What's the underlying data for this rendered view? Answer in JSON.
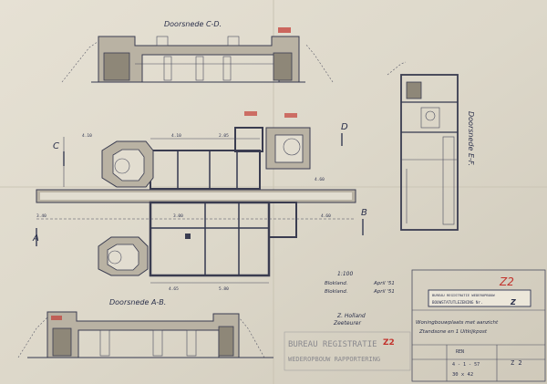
{
  "section_cd": {
    "label": "Doorsnede C-D."
  },
  "section_ab": {
    "label": "Doorsnede A-B."
  },
  "section_ef": {
    "label": "Doorsnede E-F."
  },
  "plan_markers": {
    "c": "C",
    "d": "D",
    "a": "A",
    "b": "B"
  },
  "dimensions": {
    "d1": "4.10",
    "d2": "2.05",
    "d3": "4.65",
    "d4": "5.80",
    "d5": "3.40",
    "d6": "4.60",
    "d7": "3.00",
    "d8": "4.60",
    "d9": "4.10"
  },
  "scale_block": {
    "scale": "1:100",
    "line1": "Blokland.",
    "line1_date": "April '51",
    "line2": "Blokland.",
    "line2_date": "April '51"
  },
  "author_block": {
    "name": "Z. Holland",
    "role": "Zeeteurer"
  },
  "stamp": {
    "line1": "BUREAU REGISTRATIE WEDEROPBOUW",
    "line2": "BOUWSTATUTLEZENING Nr.",
    "number": "Z"
  },
  "red_marks": {
    "top_right": "Z2",
    "center": "Z2"
  },
  "description": {
    "line1": "Woningbouwplaats met aanzicht",
    "line2": "Ztandsone en 1 Uitkijkpost"
  },
  "table": {
    "r1": "REN",
    "r2": "4 - 1 - 57",
    "r3": "30 x 42",
    "code": "Z 2"
  },
  "faded_stamp": {
    "line1": "BUREAU REGISTRATIE",
    "line2": "WEDEROPBOUW RAPPORTERING"
  }
}
